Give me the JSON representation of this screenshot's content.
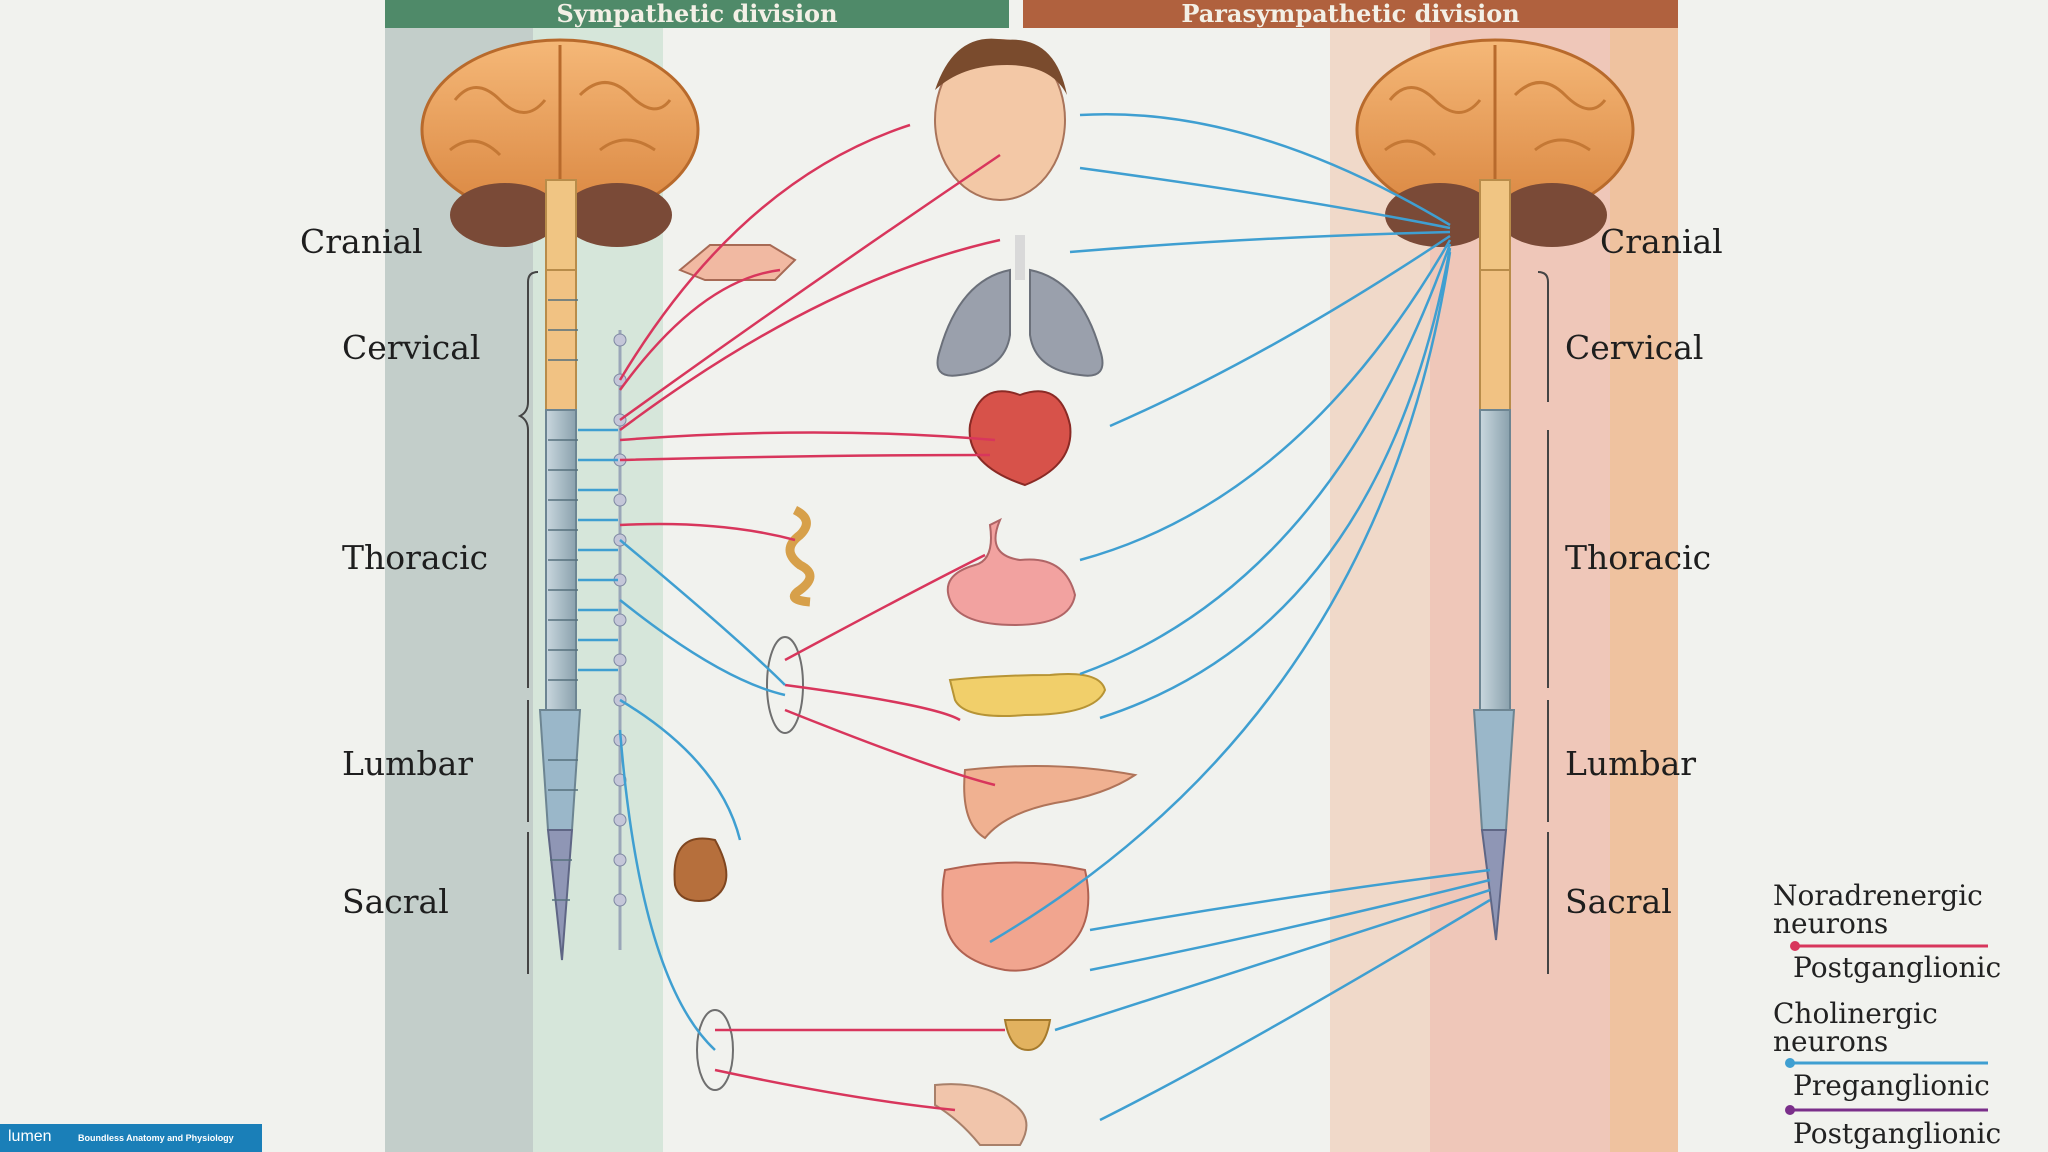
{
  "headers": {
    "sympathetic": "Sympathetic division",
    "parasympathetic": "Parasympathetic division"
  },
  "regions_left": {
    "cranial": "Cranial",
    "cervical": "Cervical",
    "thoracic": "Thoracic",
    "lumbar": "Lumbar",
    "sacral": "Sacral"
  },
  "regions_right": {
    "cranial": "Cranial",
    "cervical": "Cervical",
    "thoracic": "Thoracic",
    "lumbar": "Lumbar",
    "sacral": "Sacral"
  },
  "legend": {
    "noradrenergic_line1": "Noradrenergic",
    "noradrenergic_line2": "neurons",
    "noradrenergic_post": "Postganglionic",
    "cholinergic_line1": "Cholinergic",
    "cholinergic_line2": "neurons",
    "cholinergic_pre": "Preganglionic",
    "cholinergic_post": "Postganglionic"
  },
  "badge": {
    "logo": "lumen",
    "subtitle": "Boundless Anatomy and Physiology"
  },
  "colors": {
    "sympathetic_header": "#4f8a69",
    "parasympathetic_header": "#b0613e",
    "noradrenergic": "#d8365c",
    "cholinergic_pre": "#3f9fd1",
    "cholinergic_post": "#7a2f8a"
  }
}
